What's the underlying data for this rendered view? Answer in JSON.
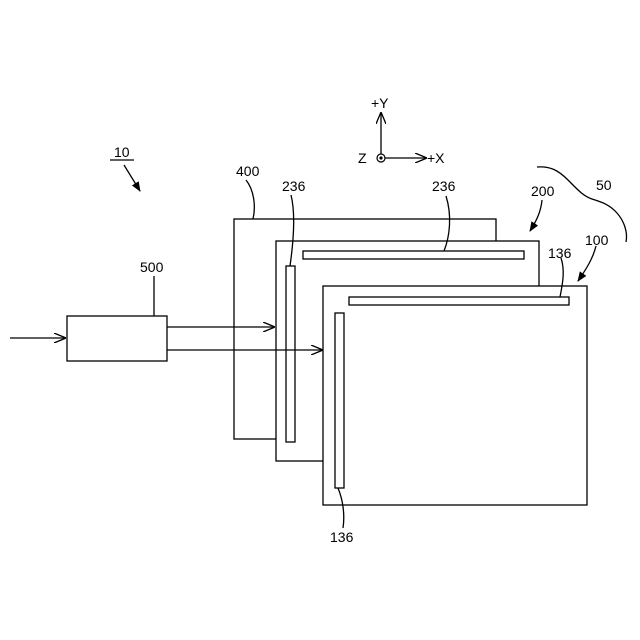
{
  "labels": {
    "system": "10",
    "group": "50",
    "panel_front": "100",
    "panel_middle": "200",
    "panel_back": "400",
    "source": "500",
    "electrode_middle_top": "236",
    "electrode_middle_left": "236",
    "electrode_front_top": "136",
    "electrode_front_left": "136"
  },
  "axes": {
    "y": "+Y",
    "x": "+X",
    "z": "Z"
  }
}
